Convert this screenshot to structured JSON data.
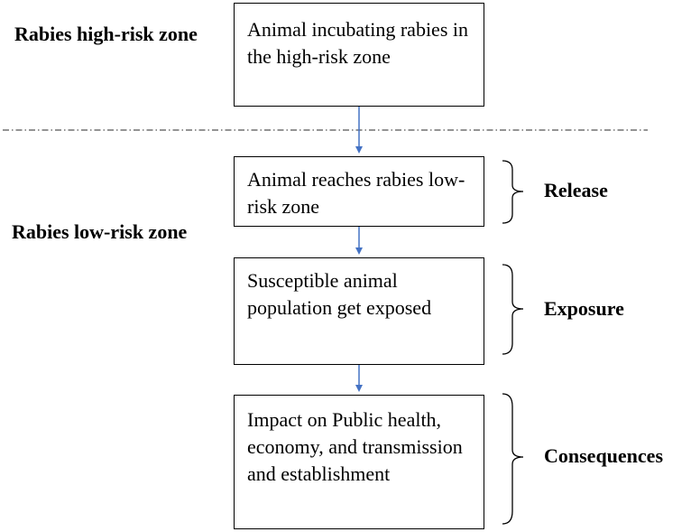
{
  "zones": {
    "high_risk_label": "Rabies high-risk zone",
    "low_risk_label": "Rabies low-risk zone"
  },
  "steps": [
    "Animal incubating rabies in the high-risk zone",
    "Animal reaches rabies low-risk zone",
    "Susceptible animal population get exposed",
    "Impact on Public health, economy, and transmission and establishment"
  ],
  "stages": [
    "Release",
    "Exposure",
    "Consequences"
  ],
  "colors": {
    "arrow": "#4472C4",
    "text": "#000000",
    "border": "#000000",
    "divider": "#555555"
  }
}
